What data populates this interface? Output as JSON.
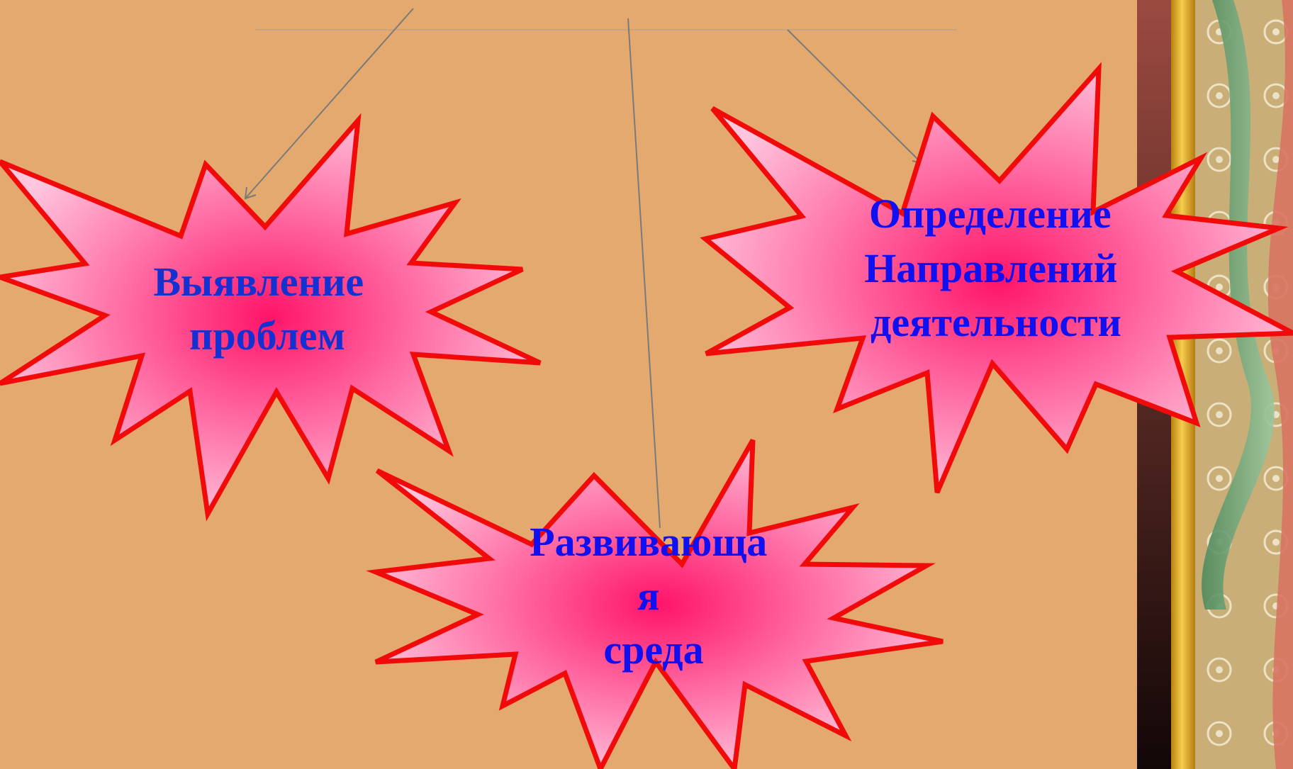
{
  "colors": {
    "background": "#E4A96E",
    "burst_outline": "#F00A0A",
    "burst_center": "#FF1469",
    "burst_edge": "#FFC6DE",
    "text_primary": "#1432D2",
    "text_secondary": "#1010F0",
    "connector": "#7A7A7A"
  },
  "bursts": [
    {
      "name": "burst-problems",
      "lines": [
        "Выявление",
        "проблем"
      ]
    },
    {
      "name": "burst-directions",
      "lines": [
        "Определение",
        "Направлений",
        "деятельности"
      ]
    },
    {
      "name": "burst-environment",
      "lines": [
        "Развивающа",
        "я",
        "среда"
      ]
    }
  ]
}
